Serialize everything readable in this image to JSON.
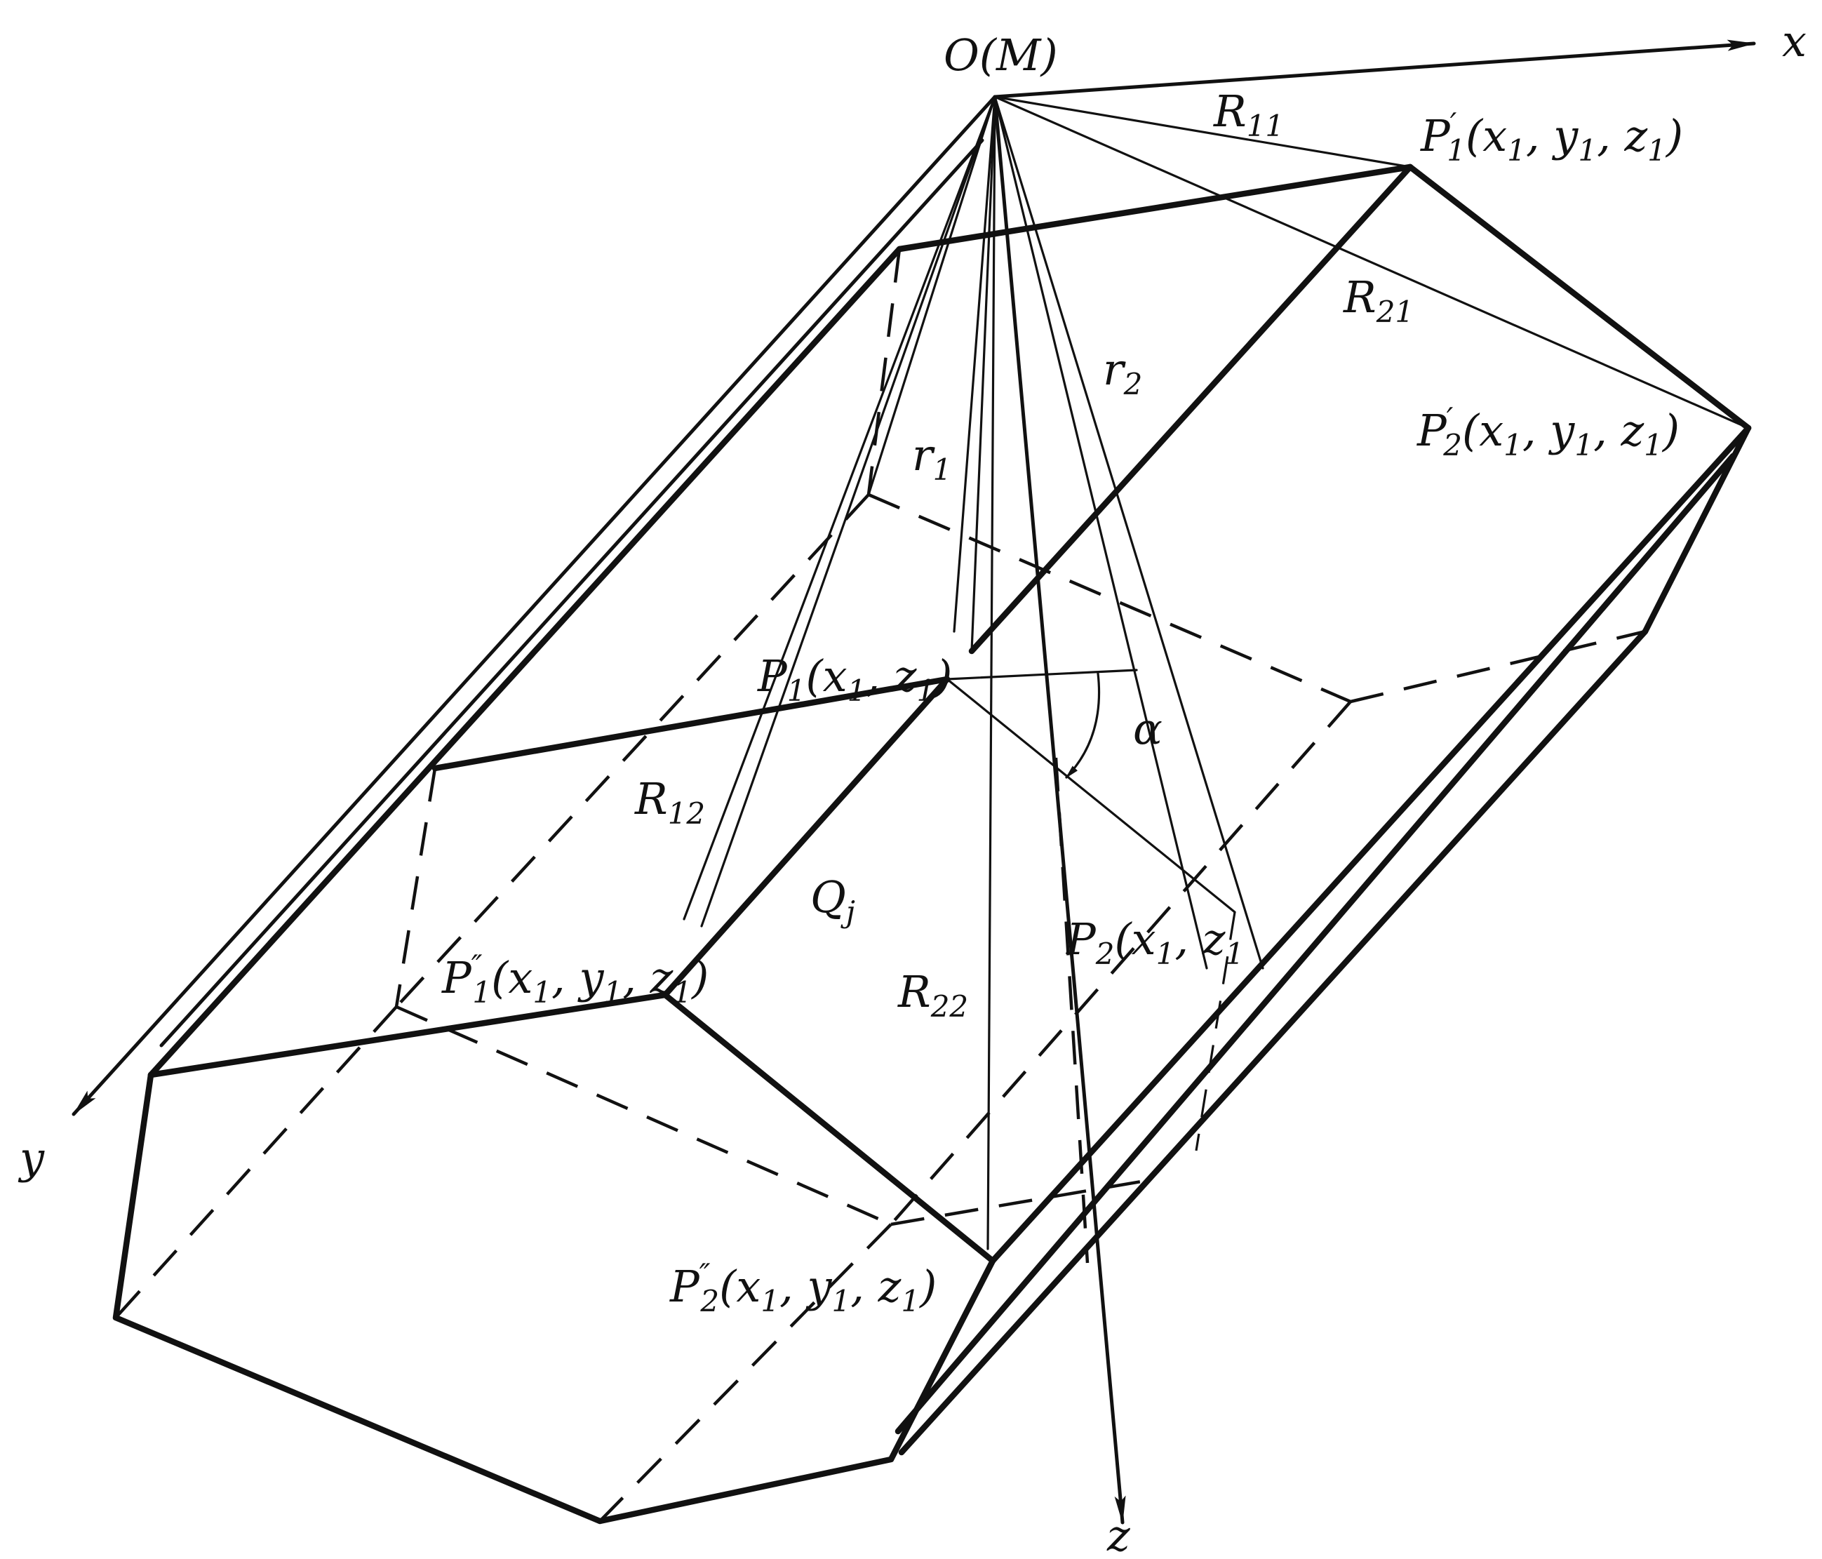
{
  "labels": {
    "origin": "O(M)",
    "axis_x": "x",
    "axis_y": "y",
    "axis_z": "z",
    "R11": {
      "base": "R",
      "sub": "11"
    },
    "R21": {
      "base": "R",
      "sub": "21"
    },
    "R12": {
      "base": "R",
      "sub": "12"
    },
    "R22": {
      "base": "R",
      "sub": "22"
    },
    "r1": {
      "base": "r",
      "sub": "1"
    },
    "r2": {
      "base": "r",
      "sub": "2"
    },
    "alpha": "α",
    "Qj": {
      "base": "Q",
      "sub": "j"
    },
    "P1": {
      "base": "P",
      "sub": "1",
      "args": "(x",
      "a1": "1",
      "mid": ", z",
      "a2": "1",
      "end": ")"
    },
    "P2": {
      "base": "P",
      "sub": "2",
      "args": "(x",
      "a1": "1",
      "mid": ", z",
      "a2": "1",
      "end": ""
    },
    "P1p": {
      "base": "P",
      "sup": "′",
      "sub": "1",
      "args": "(x",
      "a1": "1",
      "m1": ", y",
      "a2": "1",
      "m2": ", z",
      "a3": "1",
      "end": ")"
    },
    "P2p": {
      "base": "P",
      "sup": "′",
      "sub": "2",
      "args": "(x",
      "a1": "1",
      "m1": ", y",
      "a2": "1",
      "m2": ", z",
      "a3": "1",
      "end": ")"
    },
    "P1pp": {
      "base": "P",
      "sup": "″",
      "sub": "1",
      "args": "(x",
      "a1": "1",
      "m1": ", y",
      "a2": "1",
      "m2": ", z",
      "a3": "1",
      "end": ")"
    },
    "P2pp": {
      "base": "P",
      "sup": "″",
      "sub": "2",
      "args": "(x",
      "a1": "1",
      "m1": ", y",
      "a2": "1",
      "m2": ", z",
      "a3": "1",
      "end": ")"
    }
  }
}
